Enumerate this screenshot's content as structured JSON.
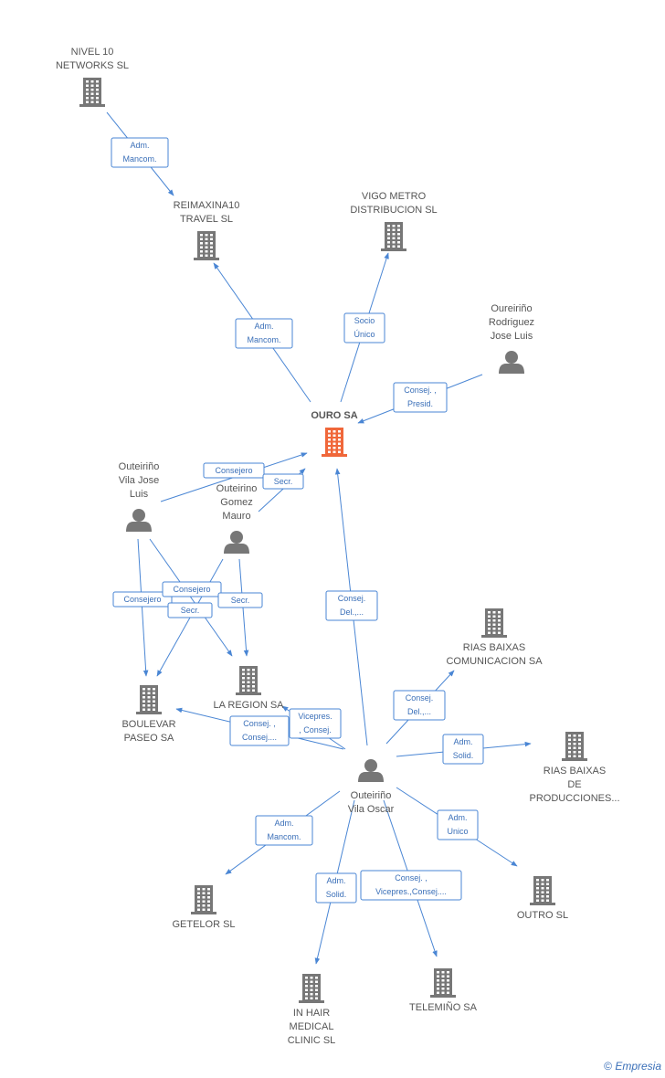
{
  "nodes": [
    {
      "id": "nivel10",
      "type": "company",
      "label": [
        "NIVEL 10",
        "NETWORKS SL"
      ]
    },
    {
      "id": "reimaxina",
      "type": "company",
      "label": [
        "REIMAXINA10",
        "TRAVEL SL"
      ]
    },
    {
      "id": "vigometro",
      "type": "company",
      "label": [
        "VIGO METRO",
        "DISTRIBUCION SL"
      ]
    },
    {
      "id": "oureirino",
      "type": "person",
      "label": [
        "Oureiriño",
        "Rodriguez",
        "Jose Luis"
      ]
    },
    {
      "id": "ouro",
      "type": "company",
      "main": true,
      "label": [
        "OURO SA"
      ]
    },
    {
      "id": "outeirinovila",
      "type": "person",
      "label": [
        "Outeiriño",
        "Vila Jose",
        "Luis"
      ]
    },
    {
      "id": "outeirinogomez",
      "type": "person",
      "label": [
        "Outeirino",
        "Gomez",
        "Mauro"
      ]
    },
    {
      "id": "boulevar",
      "type": "company",
      "label": [
        "BOULEVAR",
        "PASEO SA"
      ]
    },
    {
      "id": "laregion",
      "type": "company",
      "label": [
        "LA REGION SA"
      ]
    },
    {
      "id": "riasbaixascom",
      "type": "company",
      "label": [
        "RIAS BAIXAS",
        "COMUNICACION SA"
      ]
    },
    {
      "id": "riasbaixasprod",
      "type": "company",
      "label": [
        "RIAS BAIXAS",
        "DE",
        "PRODUCCIONES..."
      ]
    },
    {
      "id": "oscar",
      "type": "person",
      "label": [
        "Outeiriño",
        "Vila Oscar"
      ]
    },
    {
      "id": "getelor",
      "type": "company",
      "label": [
        "GETELOR SL"
      ]
    },
    {
      "id": "outro",
      "type": "company",
      "label": [
        "OUTRO SL"
      ]
    },
    {
      "id": "inhair",
      "type": "company",
      "label": [
        "IN HAIR",
        "MEDICAL",
        "CLINIC  SL"
      ]
    },
    {
      "id": "telemino",
      "type": "company",
      "label": [
        "TELEMIÑO SA"
      ]
    }
  ],
  "edges": [
    {
      "from": "nivel10",
      "to": "reimaxina",
      "label": [
        "Adm.",
        "Mancom."
      ]
    },
    {
      "from": "ouro",
      "to": "reimaxina",
      "label": [
        "Adm.",
        "Mancom."
      ]
    },
    {
      "from": "ouro",
      "to": "vigometro",
      "label": [
        "Socio",
        "Único"
      ]
    },
    {
      "from": "oureirino",
      "to": "ouro",
      "label": [
        "Consej. ,",
        "Presid."
      ]
    },
    {
      "from": "outeirinovila",
      "to": "ouro",
      "label": [
        "Consejero"
      ]
    },
    {
      "from": "outeirinogomez",
      "to": "ouro",
      "label": [
        "Secr."
      ]
    },
    {
      "from": "oscar",
      "to": "ouro",
      "label": [
        "Consej.",
        "Del.,..."
      ]
    },
    {
      "from": "outeirinovila",
      "to": "boulevar",
      "label": [
        "Consejero"
      ]
    },
    {
      "from": "outeirinovila",
      "to": "laregion",
      "label": [
        "Consejero"
      ]
    },
    {
      "from": "outeirinogomez",
      "to": "boulevar",
      "label": [
        "Secr."
      ]
    },
    {
      "from": "outeirinogomez",
      "to": "laregion",
      "label": [
        "Secr."
      ]
    },
    {
      "from": "oscar",
      "to": "boulevar",
      "label": [
        "Consej. ,",
        "Consej...."
      ]
    },
    {
      "from": "oscar",
      "to": "laregion",
      "label": [
        "Vicepres.",
        ", Consej."
      ]
    },
    {
      "from": "oscar",
      "to": "riasbaixascom",
      "label": [
        "Consej.",
        "Del.,..."
      ]
    },
    {
      "from": "oscar",
      "to": "riasbaixasprod",
      "label": [
        "Adm.",
        "Solid."
      ]
    },
    {
      "from": "oscar",
      "to": "getelor",
      "label": [
        "Adm.",
        "Mancom."
      ]
    },
    {
      "from": "oscar",
      "to": "outro",
      "label": [
        "Adm.",
        "Unico"
      ]
    },
    {
      "from": "oscar",
      "to": "inhair",
      "label": [
        "Adm.",
        "Solid."
      ]
    },
    {
      "from": "oscar",
      "to": "telemino",
      "label": [
        "Consej. ,",
        "Vicepres.,Consej...."
      ]
    }
  ],
  "colors": {
    "company_icon": "#777777",
    "main_company_icon": "#f0673a",
    "person_icon": "#777777",
    "edge": "#4a86d4",
    "label_text": "#555555"
  },
  "footer": {
    "copyright_symbol": "©",
    "brand": "Empresia"
  }
}
